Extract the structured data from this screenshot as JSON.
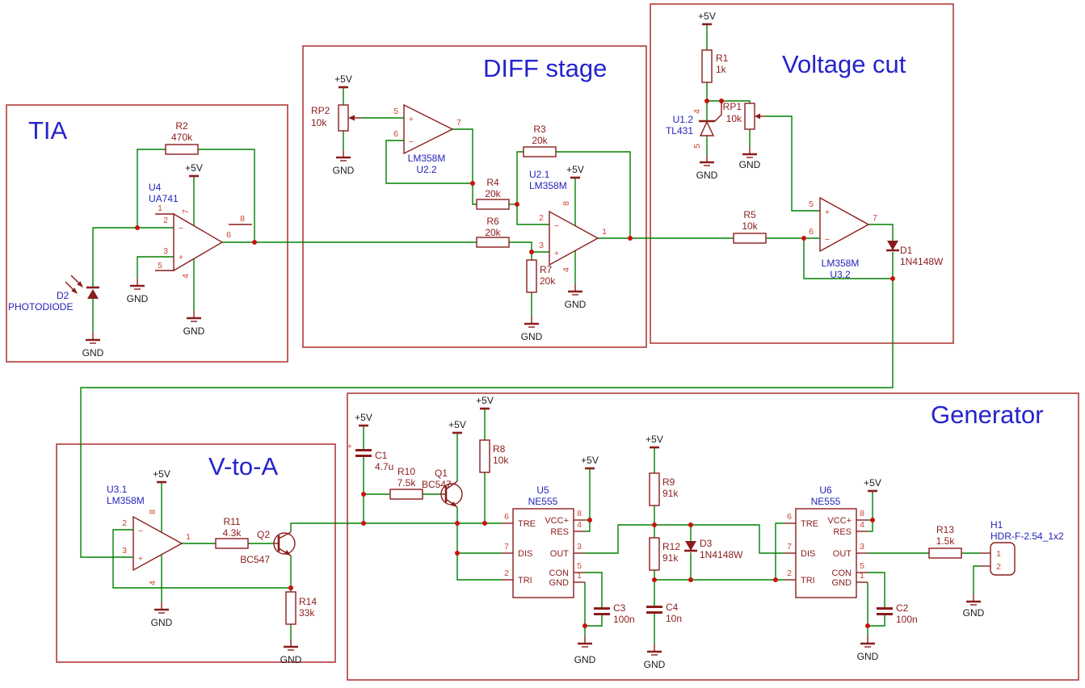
{
  "titles": {
    "tia": "TIA",
    "diff": "DIFF stage",
    "vcut": "Voltage cut",
    "vtoa": "V-to-A",
    "gen": "Generator"
  },
  "power": {
    "vcc": "+5V",
    "gnd": "GND"
  },
  "parts": {
    "r1": {
      "ref": "R1",
      "val": "1k"
    },
    "r2": {
      "ref": "R2",
      "val": "470k"
    },
    "r3": {
      "ref": "R3",
      "val": "20k"
    },
    "r4": {
      "ref": "R4",
      "val": "20k"
    },
    "r5": {
      "ref": "R5",
      "val": "10k"
    },
    "r6": {
      "ref": "R6",
      "val": "20k"
    },
    "r7": {
      "ref": "R7",
      "val": "20k"
    },
    "r8": {
      "ref": "R8",
      "val": "10k"
    },
    "r9": {
      "ref": "R9",
      "val": "91k"
    },
    "r10": {
      "ref": "R10",
      "val": "7.5k"
    },
    "r11": {
      "ref": "R11",
      "val": "4.3k"
    },
    "r12": {
      "ref": "R12",
      "val": "91k"
    },
    "r13": {
      "ref": "R13",
      "val": "1.5k"
    },
    "r14": {
      "ref": "R14",
      "val": "33k"
    },
    "rp1": {
      "ref": "RP1",
      "val": "10k"
    },
    "rp2": {
      "ref": "RP2",
      "val": "10k"
    },
    "c1": {
      "ref": "C1",
      "val": "4.7u"
    },
    "c2": {
      "ref": "C2",
      "val": "100n"
    },
    "c3": {
      "ref": "C3",
      "val": "100n"
    },
    "c4": {
      "ref": "C4",
      "val": "10n"
    },
    "d1": {
      "ref": "D1",
      "val": "1N4148W"
    },
    "d2": {
      "ref": "D2",
      "val": "PHOTODIODE"
    },
    "d3": {
      "ref": "D3",
      "val": "1N4148W"
    },
    "q1": {
      "ref": "Q1",
      "val": "BC547"
    },
    "q2": {
      "ref": "Q2",
      "val": "BC547"
    },
    "u4": {
      "ref": "U4",
      "val": "UA741"
    },
    "u22": {
      "ref": "U2.2",
      "val": "LM358M"
    },
    "u21": {
      "ref": "U2.1",
      "val": "LM358M"
    },
    "u12": {
      "ref": "U1.2",
      "val": "TL431"
    },
    "u32": {
      "ref": "U3.2",
      "val": "LM358M"
    },
    "u31": {
      "ref": "U3.1",
      "val": "LM358M"
    },
    "u5": {
      "ref": "U5",
      "val": "NE555"
    },
    "u6": {
      "ref": "U6",
      "val": "NE555"
    },
    "h1": {
      "ref": "H1",
      "val": "HDR-F-2.54_1x2"
    }
  },
  "pins": {
    "n1": "1",
    "n2": "2",
    "n3": "3",
    "n4": "4",
    "n5": "5",
    "n6": "6",
    "n7": "7",
    "n8": "8",
    "plus": "+",
    "minus": "−"
  },
  "ic555": {
    "tre": "TRE",
    "dis": "DIS",
    "tri": "TRI",
    "vcc": "VCC+",
    "res": "RES",
    "out": "OUT",
    "con": "CON",
    "gnd": "GND"
  }
}
